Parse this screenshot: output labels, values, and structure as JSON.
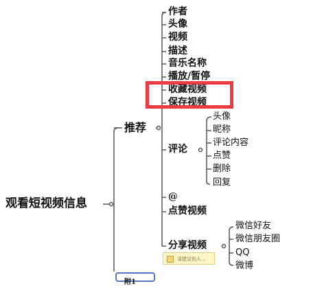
{
  "mindmap": {
    "root": "观看短视频信息",
    "recommend": {
      "label": "推荐",
      "items": [
        "作者",
        "头像",
        "视频",
        "描述",
        "音乐名称",
        "播放/暂停",
        "收藏视频",
        "保存视频"
      ],
      "comment": {
        "label": "评论",
        "children": [
          "头像",
          "昵称",
          "评论内容",
          "点赞",
          "删除",
          "回复"
        ]
      },
      "at": "@",
      "like_video": "点赞视频",
      "share": {
        "label": "分享视频",
        "children": [
          "微信好友",
          "微信朋友圈",
          "QQ",
          "微博"
        ]
      }
    },
    "note_text": "请建议别人...",
    "cut_node_text": "附1"
  },
  "colors": {
    "highlight": "#ee3b43",
    "lines": "#555555",
    "note_bg": "#fdf6c8",
    "cut_node_border": "#5577bb"
  }
}
